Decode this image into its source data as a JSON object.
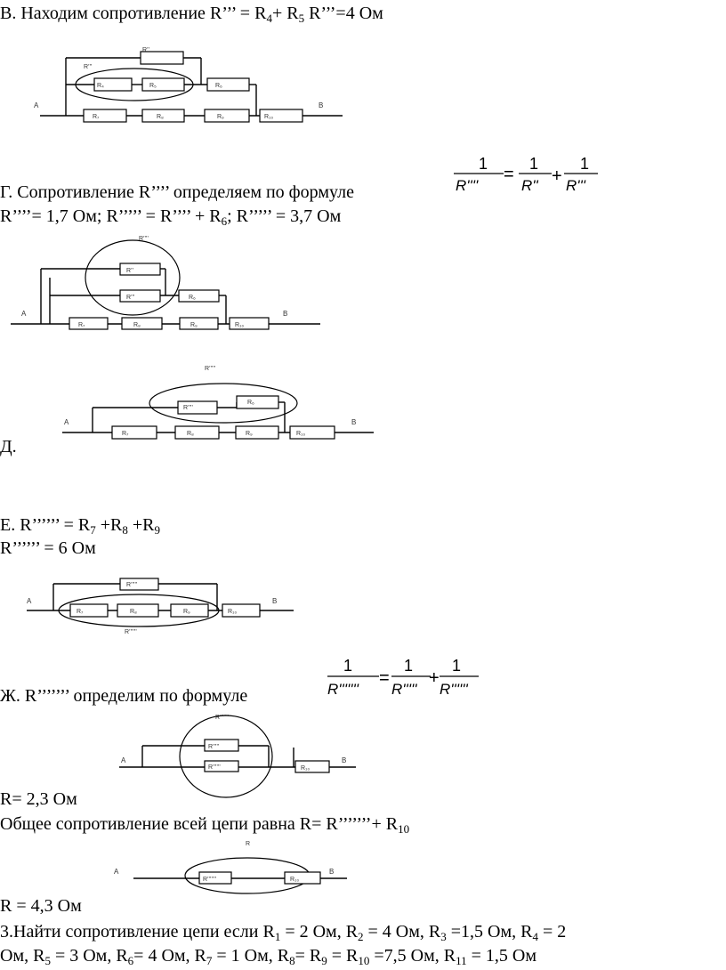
{
  "lines": {
    "v_prefix": "В. Находим сопротивление R’’’ = R",
    "v_sub4": "4",
    "v_mid": "+ R",
    "v_sub5": "5",
    "v_end": " R’’’=4 Ом",
    "g_text": "Г. Сопротивление R’’’’ определяем по формуле",
    "g2_a": "R’’’’= 1,7 Ом; R’’’’’ = R’’’’ + R",
    "g2_sub6": "6",
    "g2_b": "; R’’’’’ = 3,7 Ом",
    "d_text": "Д.",
    "e_a": "Е. R’’’’’’ = R",
    "e_sub7": "7",
    "e_b": " +R",
    "e_sub8": "8",
    "e_c": " +R",
    "e_sub9": "9",
    "e2": "R’’’’’’ = 6 Ом",
    "zh_text": "Ж. R’’’’’’’ определим по формуле",
    "r_result": "R= 2,3 Ом",
    "total_a": "Общее сопротивление всей цепи равна  R= R’’’’’’’+ R",
    "total_sub10": "10",
    "r_final": "R = 4,3 Ом",
    "task_a": "3.Найти сопротивление цепи если R",
    "task_sub1": "1",
    "task_b": " = 2 Ом, R",
    "task_sub2": "2",
    "task_c": " = 4 Ом, R",
    "task_sub3": "3",
    "task_d": " =1,5 Ом, R",
    "task_sub4": "4",
    "task_e": " = 2",
    "task2_a": "Ом, R",
    "task2_sub5": "5",
    "task2_b": " = 3 Ом, R",
    "task2_sub6": "6",
    "task2_c": "= 4 Ом, R",
    "task2_sub7": "7",
    "task2_d": " = 1 Ом, R",
    "task2_sub8": "8",
    "task2_e": "= R",
    "task2_sub9": "9",
    "task2_f": " = R",
    "task2_sub10": "10",
    "task2_g": " =7,5 Ом, R",
    "task2_sub11": "11",
    "task2_h": " = 1,5 Ом"
  },
  "formula1": {
    "num": "1",
    "lhs_den": "R''''",
    "eq": "=",
    "plus": "+",
    "rhs1_den": "R''",
    "rhs2_den": "R'''"
  },
  "formula2": {
    "num": "1",
    "lhs_den": "R'''''''",
    "eq": "=",
    "plus": "+",
    "rhs1_den": "R'''''",
    "rhs2_den": "R''''''"
  },
  "circuit1": {
    "a": "A",
    "b": "B",
    "r3p": "R’’’",
    "r2p": "R’’",
    "r4": "R₄",
    "r5": "R₅",
    "r6": "R₆",
    "r7": "R₇",
    "r8": "R₈",
    "r9": "R₉",
    "r10": "R₁₀"
  },
  "circuit2": {
    "a": "A",
    "b": "B",
    "r4p": "R’’’’",
    "r2p": "R’’",
    "r3p": "R’’’",
    "r6": "R₆",
    "r7": "R₇",
    "r8": "R₈",
    "r9": "R₉",
    "r10": "R₁₀"
  },
  "circuit3": {
    "a": "A",
    "b": "B",
    "r5p": "R’’’’’",
    "r4p": "R’’’’",
    "r6": "R₆",
    "r7": "R₇",
    "r8": "R₈",
    "r9": "R₉",
    "r10": "R₁₀"
  },
  "circuit4": {
    "a": "A",
    "b": "B",
    "r5p": "R’’’’’",
    "r6p": "R’’’’’’",
    "r7": "R₇",
    "r8": "R₈",
    "r9": "R₉",
    "r10": "R₁₀"
  },
  "circuit5": {
    "a": "A",
    "b": "B",
    "r7p": "R’’’’’’’",
    "r5p": "R’’’’’",
    "r6p": "R’’’’’’",
    "r10": "R₁₀"
  },
  "circuit6": {
    "a": "A",
    "b": "B",
    "r": "R",
    "r7p": "R’’’’’’’",
    "r10": "R₁₀"
  }
}
